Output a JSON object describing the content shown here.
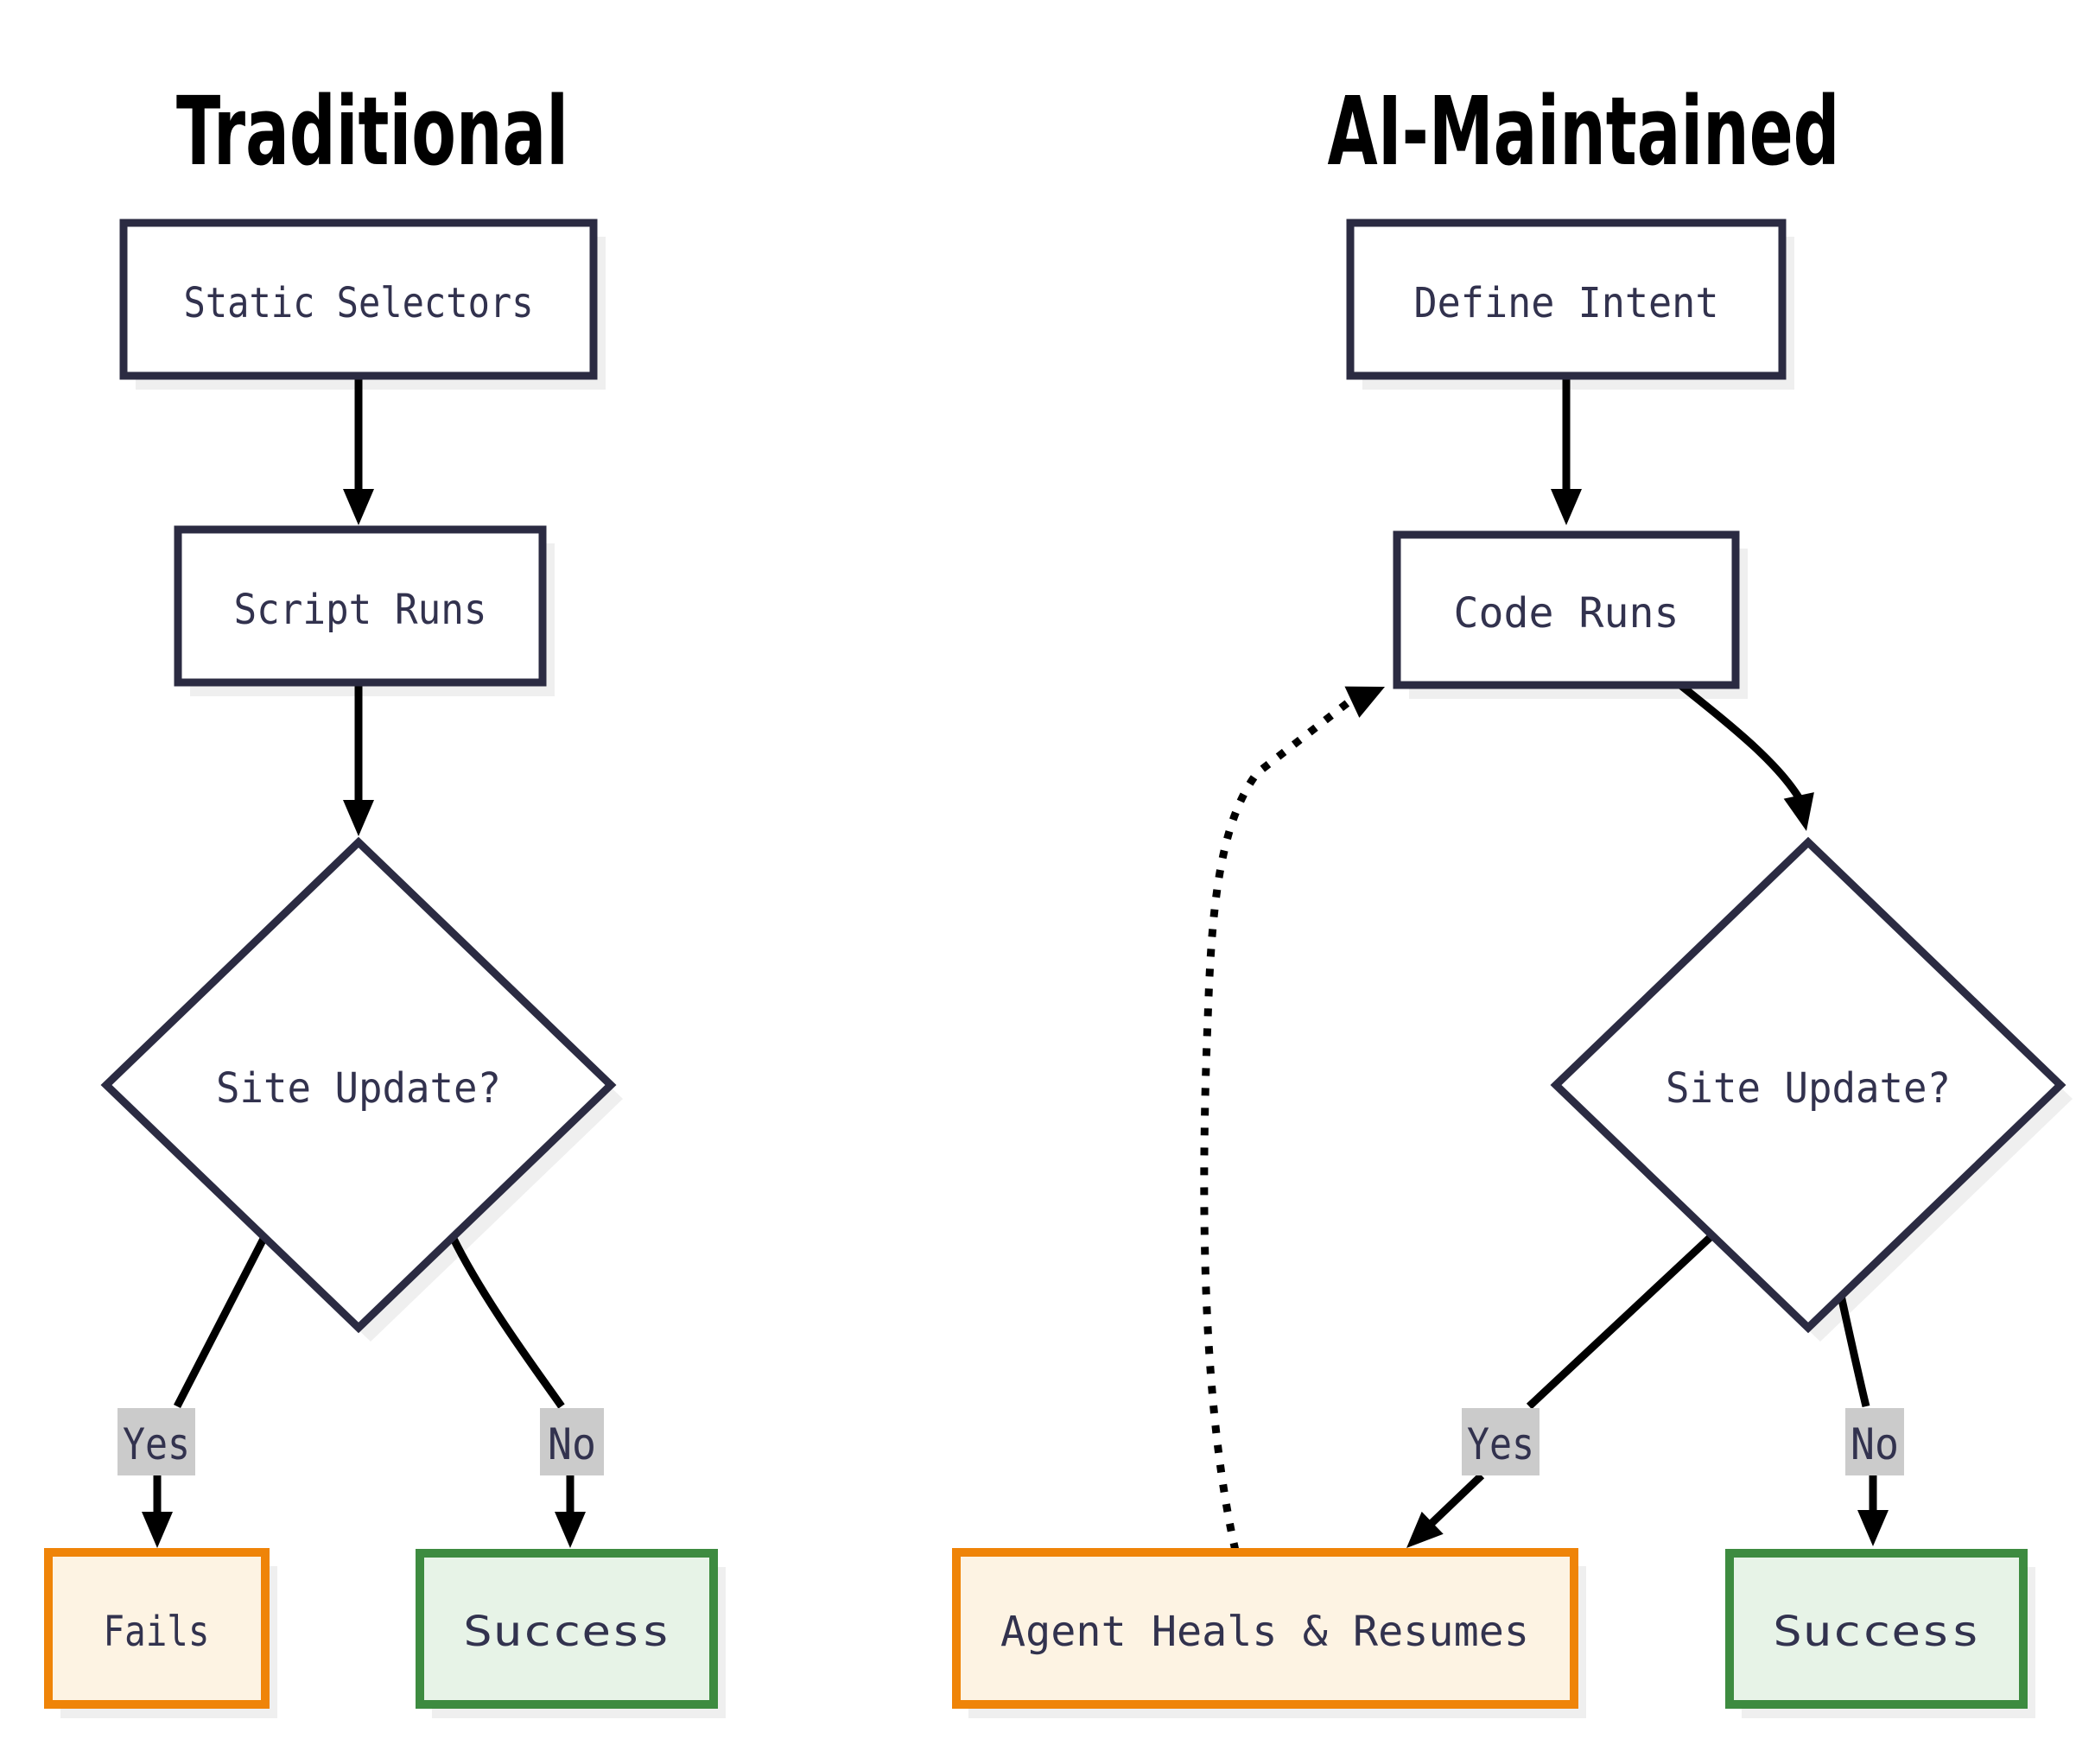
{
  "titles": {
    "left": "Traditional",
    "right": "AI-Maintained"
  },
  "left_flow": {
    "step1": "Static Selectors",
    "step2": "Script Runs",
    "decision": "Site Update?",
    "yes_label": "Yes",
    "no_label": "No",
    "fail_result": "Fails",
    "success_result": "Success"
  },
  "right_flow": {
    "step1": "Define Intent",
    "step2": "Code Runs",
    "decision": "Site Update?",
    "yes_label": "Yes",
    "no_label": "No",
    "heal_result": "Agent Heals & Resumes",
    "success_result": "Success"
  },
  "colors": {
    "node_border": "#2b2b42",
    "node_fill": "#ffffff",
    "node_text": "#32324e",
    "fail_border": "#ef8408",
    "fail_fill": "#fdf3e3",
    "success_border": "#3d8b40",
    "success_fill": "#e7f3e7",
    "edge": "#000000",
    "edge_label_bg": "#cbcbcb",
    "shadow": "#efefef",
    "title": "#000000",
    "background": "#ffffff"
  }
}
